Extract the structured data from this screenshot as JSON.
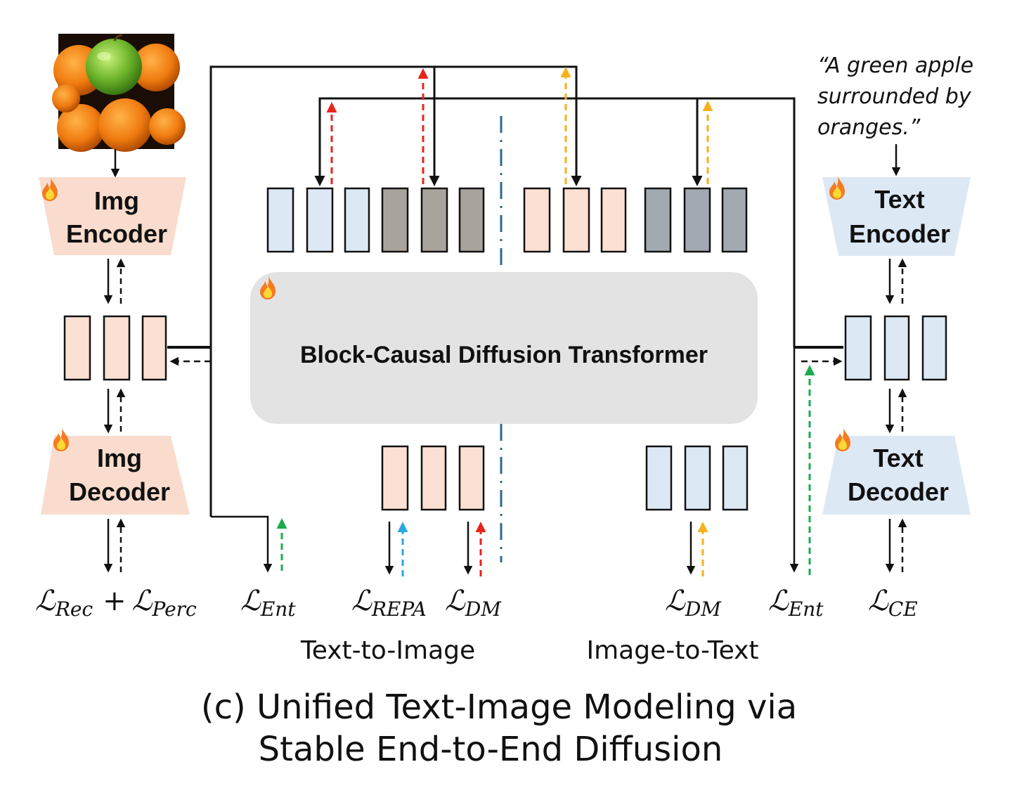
{
  "title_line1": "(c) Unified Text-Image Modeling via",
  "title_line2": "Stable End-to-End Diffusion",
  "center_block_label": "Block-Causal Diffusion Transformer",
  "img_encoder": {
    "line1": "Img",
    "line2": "Encoder"
  },
  "img_decoder": {
    "line1": "Img",
    "line2": "Decoder"
  },
  "text_encoder": {
    "line1": "Text",
    "line2": "Encoder"
  },
  "text_decoder": {
    "line1": "Text",
    "line2": "Decoder"
  },
  "input_caption": {
    "line1": "“A green apple",
    "line2": "surrounded by",
    "line3": "oranges.”"
  },
  "input_image_icon": "apple-with-oranges-photo",
  "trainable_icon": "flame-icon",
  "losses": {
    "rec_perc": {
      "symbol": "ℒ",
      "sub1": "Rec",
      "plus": "+",
      "symbol2": "ℒ",
      "sub2": "Perc"
    },
    "ent_left": {
      "symbol": "ℒ",
      "sub": "Ent"
    },
    "repa": {
      "symbol": "ℒ",
      "sub": "REPA"
    },
    "dm_left": {
      "symbol": "ℒ",
      "sub": "DM"
    },
    "dm_right": {
      "symbol": "ℒ",
      "sub": "DM"
    },
    "ent_right": {
      "symbol": "ℒ",
      "sub": "Ent"
    },
    "ce": {
      "symbol": "ℒ",
      "sub": "CE"
    }
  },
  "section_labels": {
    "left": "Text-to-Image",
    "right": "Image-to-Text"
  },
  "colors": {
    "image_token": "#fbe0d3",
    "text_token": "#dde8f5",
    "noisy_image_token": "#a9a39d",
    "noisy_text_token": "#a3a9b0",
    "transformer_bg": "#e3e3e3",
    "red_arrow": "#e8231c",
    "orange_arrow": "#f5b21b",
    "green_arrow": "#1bab4c",
    "blue_arrow": "#2aa8e0",
    "divider": "#2b6a8a"
  }
}
